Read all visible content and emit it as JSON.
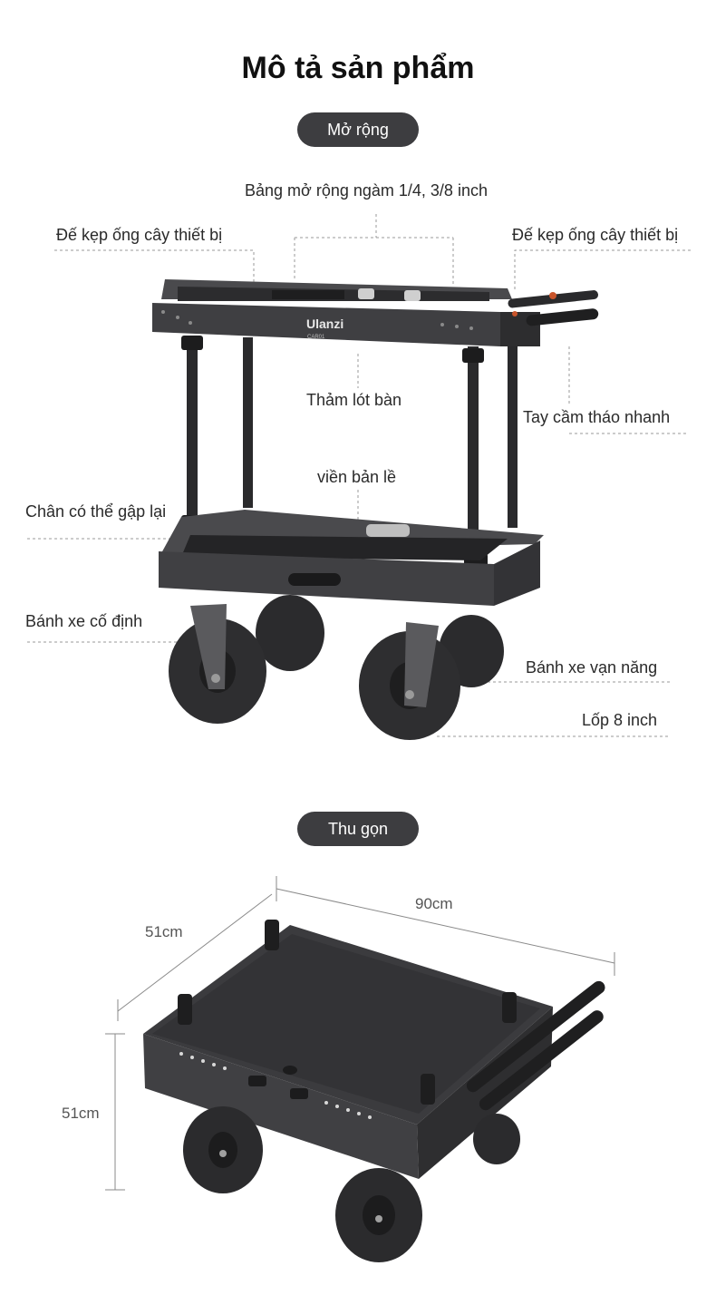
{
  "title": "Mô tả sản phẩm",
  "expanded": {
    "label": "Mở rộng",
    "callouts": {
      "expansion_board": "Bảng mở rộng ngàm 1/4, 3/8 inch",
      "tube_clamp_left": "Đế kẹp ống cây thiết bị",
      "tube_clamp_right": "Đế kẹp ống cây thiết bị",
      "table_mat": "Thảm lót bàn",
      "quick_release_handle": "Tay cầm tháo nhanh",
      "hinge_edge": "viền bản lề",
      "foldable_legs": "Chân có thể gập lại",
      "fixed_wheel": "Bánh xe cố định",
      "universal_wheel": "Bánh xe vạn năng",
      "tire": "Lốp 8 inch"
    },
    "brand": "Ulanzi",
    "model": "CAR01"
  },
  "folded": {
    "label": "Thu gọn",
    "dimensions": {
      "length": "90cm",
      "width": "51cm",
      "height": "51cm"
    }
  },
  "colors": {
    "pill_bg": "#3d3d40",
    "frame": "#3a3a3c",
    "tire": "#2b2b2d",
    "accent_knob": "#c9552c"
  }
}
